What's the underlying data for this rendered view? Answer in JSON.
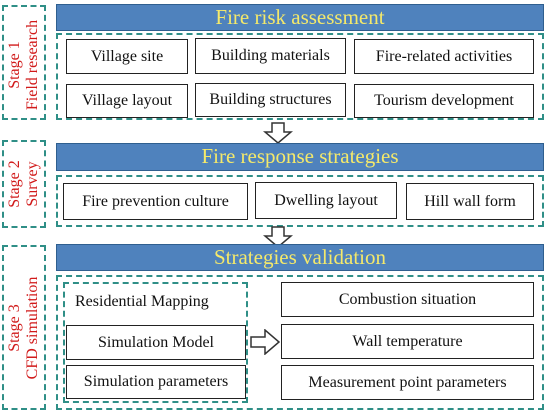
{
  "stages": [
    {
      "line1": "Stage 1",
      "line2": "Field research"
    },
    {
      "line1": "Stage 2",
      "line2": "Survey"
    },
    {
      "line1": "Stage 3",
      "line2": "CFD simulation"
    }
  ],
  "banners": [
    "Fire risk assessment",
    "Fire response strategies",
    "Strategies validation"
  ],
  "stage1_items": [
    "Village site",
    "Building materials",
    "Fire-related activities",
    "Village layout",
    "Building structures",
    "Tourism development"
  ],
  "stage2_items": [
    "Fire prevention culture",
    "Dwelling layout",
    "Hill wall form"
  ],
  "stage3_left": [
    "Residential Mapping",
    "Simulation Model",
    "Simulation parameters"
  ],
  "stage3_right": [
    "Combustion situation",
    "Wall temperature",
    "Measurement point parameters"
  ],
  "colors": {
    "banner_bg": "#4f82bd",
    "banner_text": "#f5e96a",
    "stage_label": "#d11a1a",
    "dashed_border": "#2f8f87"
  }
}
